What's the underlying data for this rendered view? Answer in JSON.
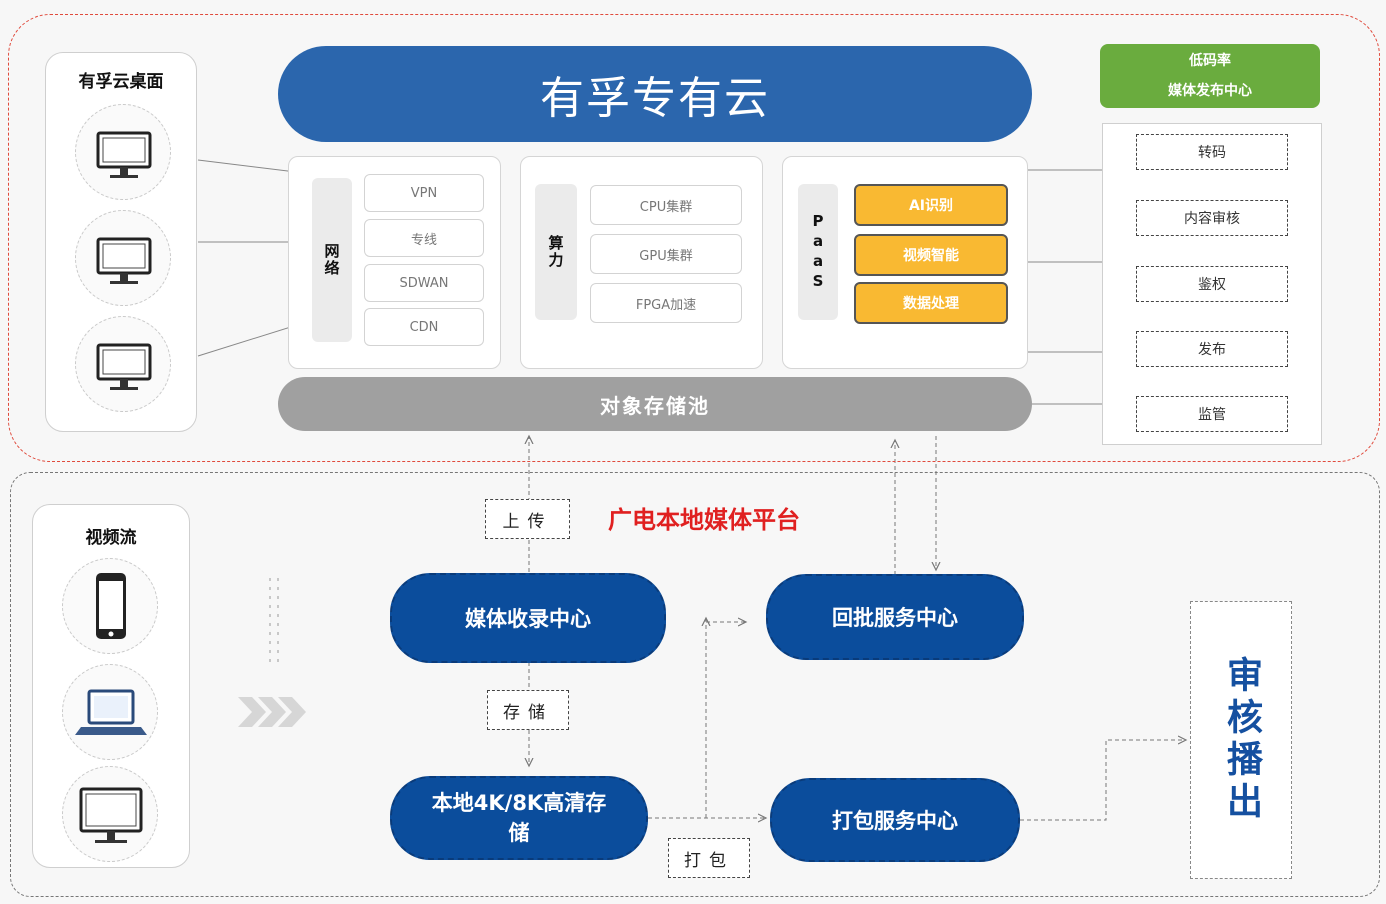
{
  "cloud": {
    "title": "有孚专有云",
    "desktop_panel": {
      "title": "有孚云桌面"
    },
    "network": {
      "label": "网络",
      "items": [
        "VPN",
        "专线",
        "SDWAN",
        "CDN"
      ]
    },
    "compute": {
      "label": "算力",
      "items": [
        "CPU集群",
        "GPU集群",
        "FPGA加速"
      ]
    },
    "paas": {
      "label": "PaaS",
      "items": [
        "AI识别",
        "视频智能",
        "数据处理"
      ]
    },
    "storage": "对象存储池",
    "media_center": {
      "title_lines": [
        "低码率",
        "媒体发布中心"
      ],
      "items": [
        "转码",
        "内容审核",
        "鉴权",
        "发布",
        "监管"
      ]
    }
  },
  "local": {
    "title": "广电本地媒体平台",
    "video_panel": {
      "title": "视频流"
    },
    "nodes": {
      "ingest": "媒体收录中心",
      "storage": "本地4K/8K高清存储",
      "return": "回批服务中心",
      "package": "打包服务中心"
    },
    "tags": {
      "upload": "上传",
      "store": "存储",
      "pack": "打包"
    },
    "output": "审核播出"
  },
  "colors": {
    "primary_blue": "#2b66ad",
    "node_blue": "#0b4d9c",
    "paas_yellow": "#f9b932",
    "green": "#6aac3e",
    "red": "#e02020"
  }
}
